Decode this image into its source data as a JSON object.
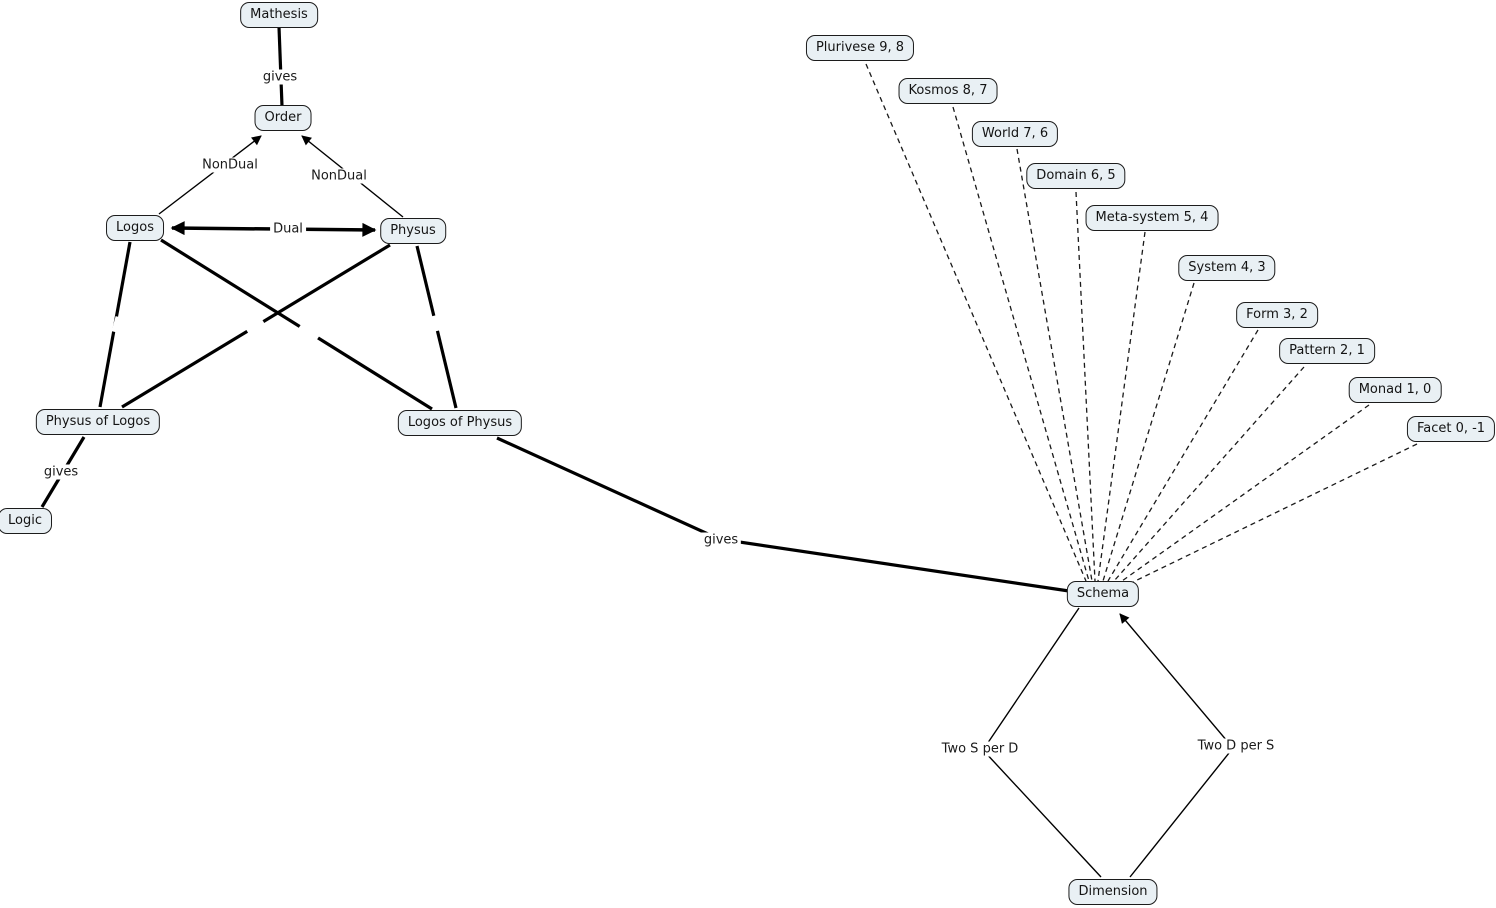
{
  "diagram": {
    "background_color": "#ffffff",
    "node_style": {
      "fill": "#e9f0f4",
      "border_color": "#1c1c1c",
      "text_color": "#141414"
    },
    "edge_color": "#000000",
    "nodes": {
      "mathesis": {
        "label": "Mathesis"
      },
      "order": {
        "label": "Order"
      },
      "logos": {
        "label": "Logos"
      },
      "physus": {
        "label": "Physus"
      },
      "physus_of_logos": {
        "label": "Physus of Logos"
      },
      "logos_of_physus": {
        "label": "Logos of Physus"
      },
      "logic": {
        "label": "Logic"
      },
      "schema": {
        "label": "Schema"
      },
      "dimension": {
        "label": "Dimension"
      },
      "plurivese": {
        "label": "Plurivese 9, 8"
      },
      "kosmos": {
        "label": "Kosmos 8, 7"
      },
      "world": {
        "label": "World 7, 6"
      },
      "domain": {
        "label": "Domain 6, 5"
      },
      "meta_system": {
        "label": "Meta-system 5, 4"
      },
      "system": {
        "label": "System 4, 3"
      },
      "form": {
        "label": "Form 3, 2"
      },
      "pattern": {
        "label": "Pattern 2, 1"
      },
      "monad": {
        "label": "Monad 1, 0"
      },
      "facet": {
        "label": "Facet 0, -1"
      }
    },
    "edges": [
      {
        "from": "Mathesis",
        "to": "Order",
        "label": "gives",
        "style": "bold"
      },
      {
        "from": "Logos",
        "to": "Order",
        "label": "NonDual",
        "style": "arrow"
      },
      {
        "from": "Physus",
        "to": "Order",
        "label": "NonDual",
        "style": "arrow"
      },
      {
        "from": "Logos",
        "to": "Physus",
        "label": "Dual",
        "style": "bold-double-arrow"
      },
      {
        "from": "Logos",
        "to": "Physus of Logos",
        "label": "",
        "style": "bold"
      },
      {
        "from": "Logos",
        "to": "Logos of Physus",
        "label": "",
        "style": "bold"
      },
      {
        "from": "Physus",
        "to": "Physus of Logos",
        "label": "",
        "style": "bold"
      },
      {
        "from": "Physus",
        "to": "Logos of Physus",
        "label": "",
        "style": "bold"
      },
      {
        "from": "Physus of Logos",
        "to": "Logic",
        "label": "gives",
        "style": "bold"
      },
      {
        "from": "Logos of Physus",
        "to": "Schema",
        "label": "gives",
        "style": "bold"
      },
      {
        "from": "Plurivese 9, 8",
        "to": "Schema",
        "label": "",
        "style": "dashed"
      },
      {
        "from": "Kosmos 8, 7",
        "to": "Schema",
        "label": "",
        "style": "dashed"
      },
      {
        "from": "World 7, 6",
        "to": "Schema",
        "label": "",
        "style": "dashed"
      },
      {
        "from": "Domain 6, 5",
        "to": "Schema",
        "label": "",
        "style": "dashed"
      },
      {
        "from": "Meta-system 5, 4",
        "to": "Schema",
        "label": "",
        "style": "dashed"
      },
      {
        "from": "System 4, 3",
        "to": "Schema",
        "label": "",
        "style": "dashed"
      },
      {
        "from": "Form 3, 2",
        "to": "Schema",
        "label": "",
        "style": "dashed"
      },
      {
        "from": "Pattern 2, 1",
        "to": "Schema",
        "label": "",
        "style": "dashed"
      },
      {
        "from": "Monad 1, 0",
        "to": "Schema",
        "label": "",
        "style": "dashed"
      },
      {
        "from": "Facet 0, -1",
        "to": "Schema",
        "label": "",
        "style": "dashed"
      },
      {
        "from": "Schema",
        "to": "Dimension",
        "label": "Two S per D",
        "style": "line"
      },
      {
        "from": "Dimension",
        "to": "Schema",
        "label": "Two D per S",
        "style": "arrow"
      }
    ]
  }
}
